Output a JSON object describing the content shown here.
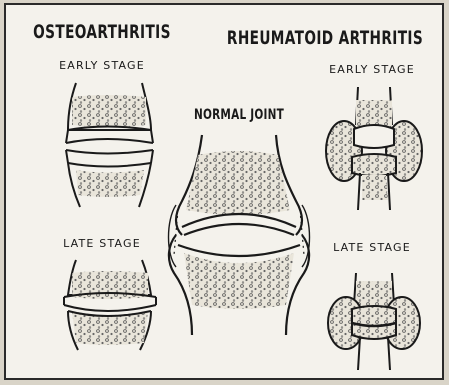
{
  "headings": {
    "osteoarthritis": "OSTEOARTHRITIS",
    "rheumatoid": "RHEUMATOID ARTHRITIS",
    "normal": "NORMAL JOINT"
  },
  "stages": {
    "oa_early": "EARLY STAGE",
    "oa_late": "LATE STAGE",
    "ra_early": "EARLY STAGE",
    "ra_late": "LATE STAGE"
  },
  "colors": {
    "ink": "#1a1a1a",
    "paper": "#f4f2ec",
    "bone_texture": "#6b6b6b"
  },
  "illustrations": [
    "osteoarthritis-early-joint",
    "osteoarthritis-late-joint",
    "normal-joint",
    "rheumatoid-early-joint",
    "rheumatoid-late-joint"
  ]
}
